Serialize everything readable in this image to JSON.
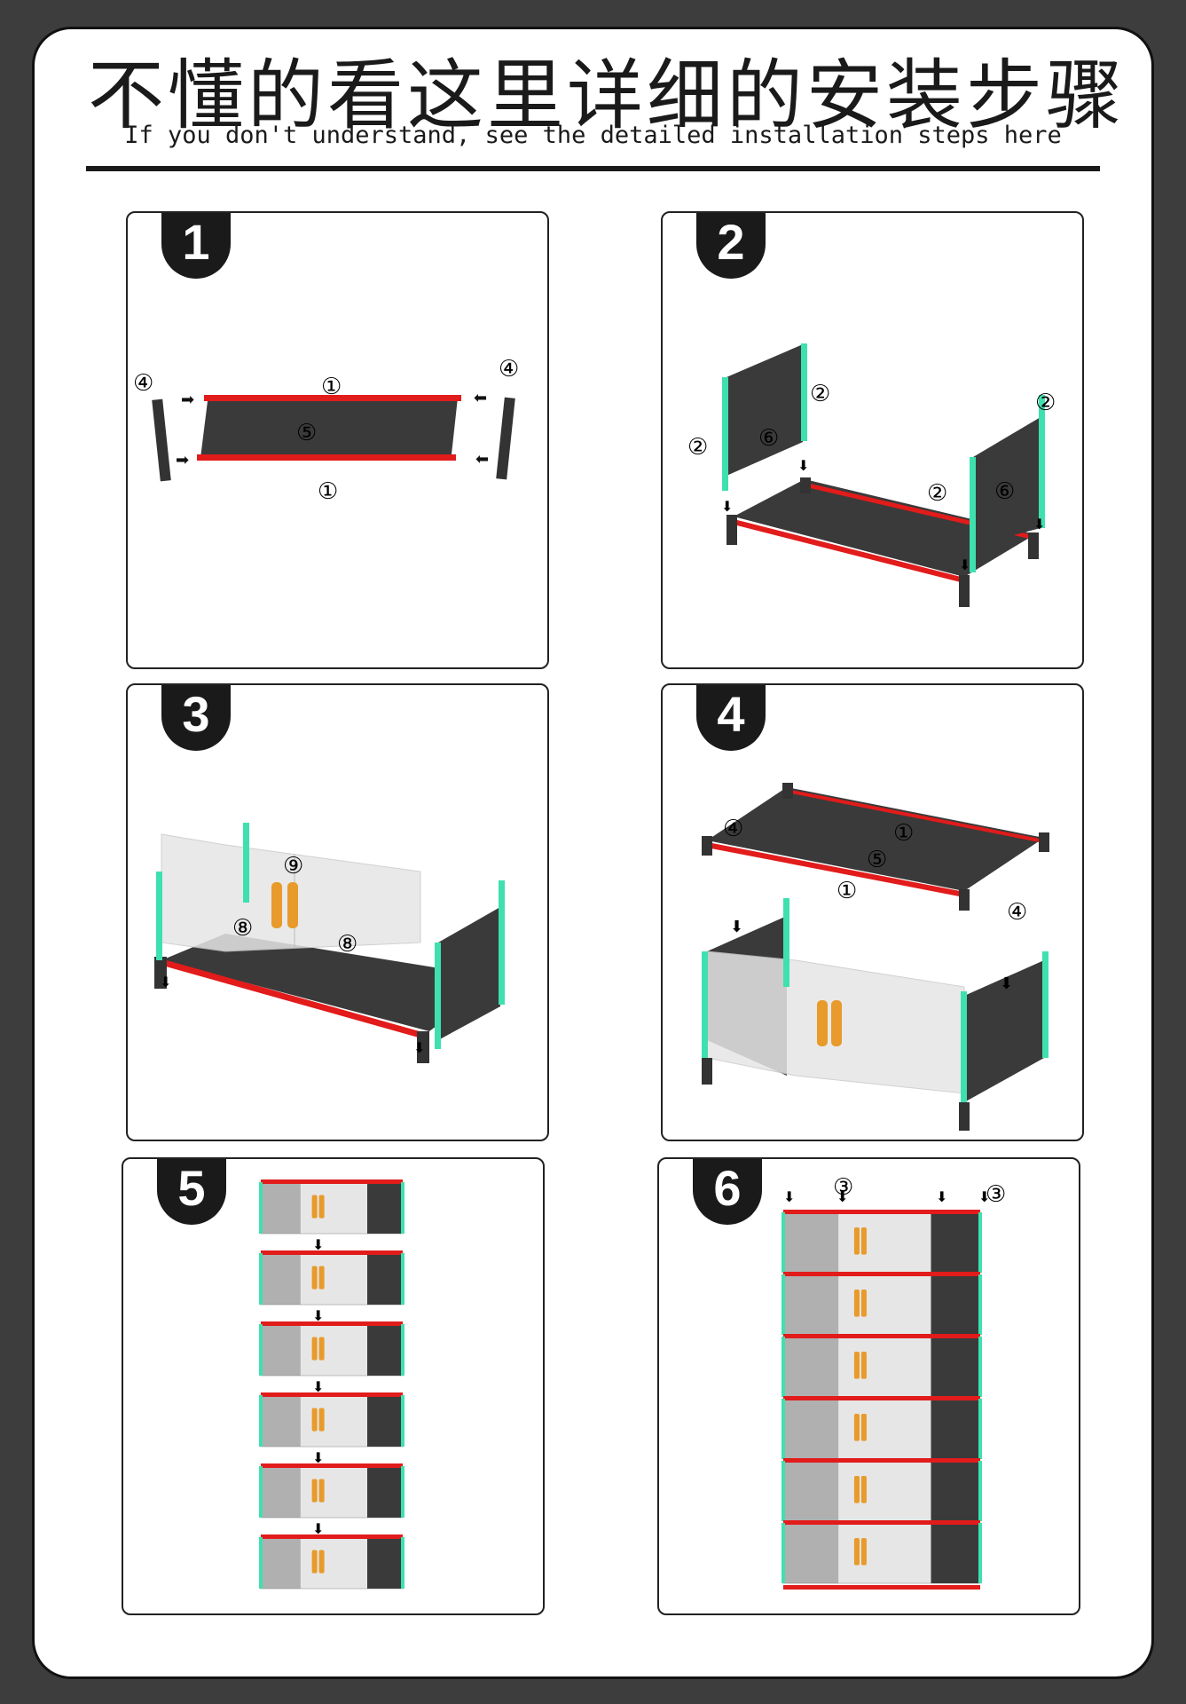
{
  "header": {
    "title": "不懂的看这里详细的安装步骤",
    "subtitle": "If you don't understand, see the detailed installation steps here"
  },
  "steps": [
    {
      "number": "1"
    },
    {
      "number": "2"
    },
    {
      "number": "3"
    },
    {
      "number": "4"
    },
    {
      "number": "5"
    },
    {
      "number": "6"
    }
  ],
  "part_labels": {
    "p1": "①",
    "p2": "②",
    "p3": "③",
    "p4": "④",
    "p5": "⑤",
    "p6": "⑥",
    "p8": "⑧",
    "p9": "⑨"
  },
  "colors": {
    "background": "#3d3d3d",
    "panel_dark": "#3a3a3a",
    "rail_red": "#e21b1b",
    "post_teal": "#3fe0b0",
    "handle_orange": "#e89a2a",
    "door_clear": "#e6e6e6"
  }
}
